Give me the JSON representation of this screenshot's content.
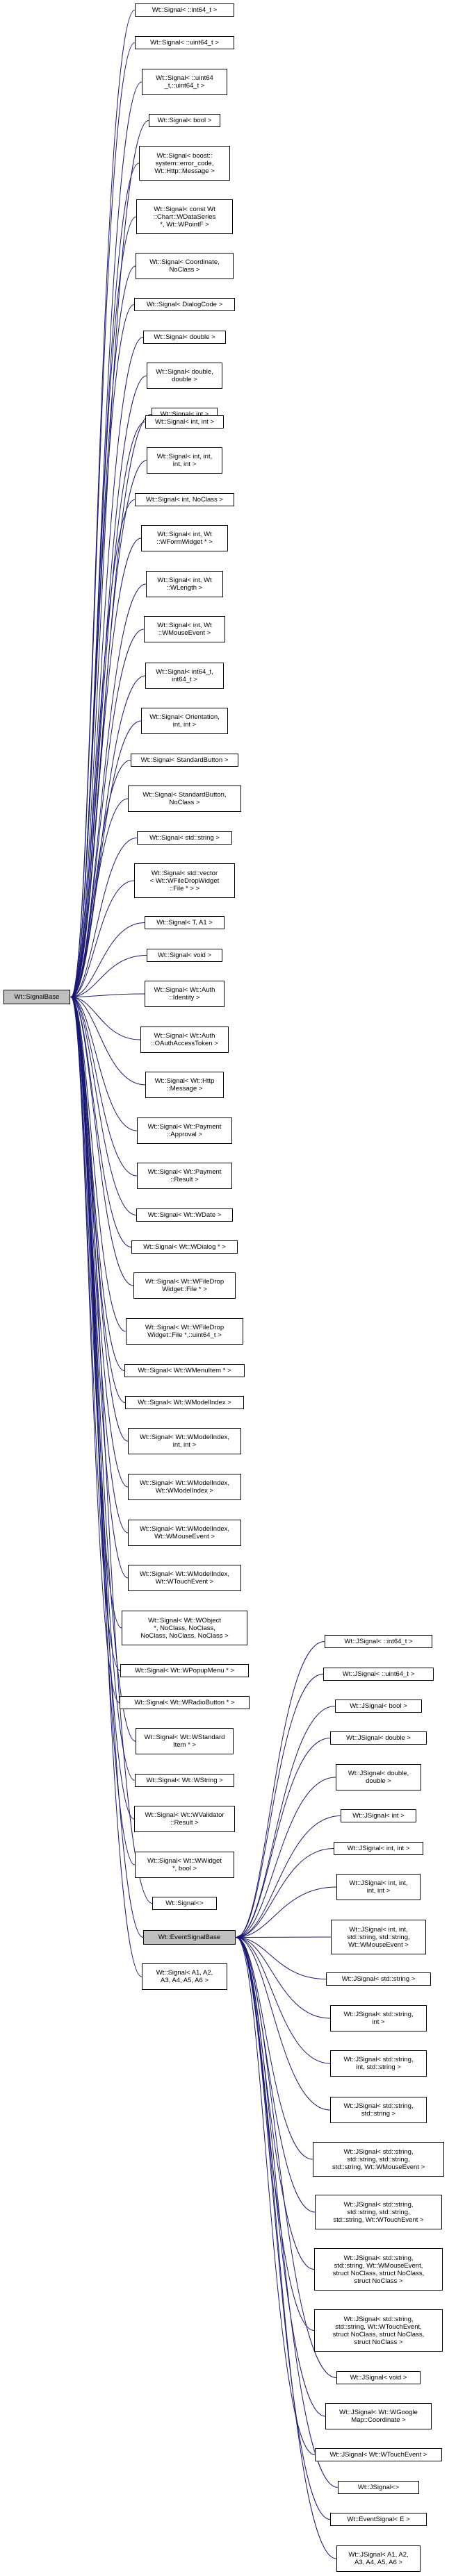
{
  "nodes": [
    {
      "id": "signalbase",
      "label": "Wt::SignalBase",
      "base": true
    },
    {
      "id": "s_int64",
      "label": "Wt::Signal< ::int64_t >"
    },
    {
      "id": "s_uint64",
      "label": "Wt::Signal< ::uint64_t >"
    },
    {
      "id": "s_uint64_2",
      "label": "Wt::Signal< ::uint64\n_t,::uint64_t >"
    },
    {
      "id": "s_bool",
      "label": "Wt::Signal< bool >"
    },
    {
      "id": "s_boost",
      "label": "Wt::Signal< boost::\nsystem::error_code,\nWt::Http::Message >"
    },
    {
      "id": "s_const",
      "label": "Wt::Signal< const Wt\n::Chart::WDataSeries\n*, Wt::WPointF >"
    },
    {
      "id": "s_coord",
      "label": "Wt::Signal< Coordinate,\nNoClass >"
    },
    {
      "id": "s_dialogcode",
      "label": "Wt::Signal< DialogCode >"
    },
    {
      "id": "s_double",
      "label": "Wt::Signal< double >"
    },
    {
      "id": "s_double2",
      "label": "Wt::Signal< double,\ndouble >"
    },
    {
      "id": "s_int",
      "label": "Wt::Signal< int >"
    },
    {
      "id": "s_int2",
      "label": "Wt::Signal< int, int >"
    },
    {
      "id": "s_int3",
      "label": "Wt::Signal< int, int,\nint, int >"
    },
    {
      "id": "s_intnoclass",
      "label": "Wt::Signal< int, NoClass >"
    },
    {
      "id": "s_intform",
      "label": "Wt::Signal< int, Wt\n::WFormWidget * >"
    },
    {
      "id": "s_intlength",
      "label": "Wt::Signal< int, Wt\n::WLength >"
    },
    {
      "id": "s_intmouse",
      "label": "Wt::Signal< int, Wt\n::WMouseEvent >"
    },
    {
      "id": "s_int64_2",
      "label": "Wt::Signal< int64_t,\nint64_t >"
    },
    {
      "id": "s_orient",
      "label": "Wt::Signal< Orientation,\nint, int >"
    },
    {
      "id": "s_stdbtn",
      "label": "Wt::Signal< StandardButton >"
    },
    {
      "id": "s_stdbtn2",
      "label": "Wt::Signal< StandardButton,\nNoClass >"
    },
    {
      "id": "s_stdstring",
      "label": "Wt::Signal< std::string >"
    },
    {
      "id": "s_vector",
      "label": "Wt::Signal< std::vector\n< Wt::WFileDropWidget\n::File * > >"
    },
    {
      "id": "s_ta1",
      "label": "Wt::Signal< T, A1 >"
    },
    {
      "id": "s_void",
      "label": "Wt::Signal< void >"
    },
    {
      "id": "s_authid",
      "label": "Wt::Signal< Wt::Auth\n::Identity >"
    },
    {
      "id": "s_oauth",
      "label": "Wt::Signal< Wt::Auth\n::OAuthAccessToken >"
    },
    {
      "id": "s_http",
      "label": "Wt::Signal< Wt::Http\n::Message >"
    },
    {
      "id": "s_payapp",
      "label": "Wt::Signal< Wt::Payment\n::Approval >"
    },
    {
      "id": "s_payres",
      "label": "Wt::Signal< Wt::Payment\n::Result >"
    },
    {
      "id": "s_wdate",
      "label": "Wt::Signal< Wt::WDate >"
    },
    {
      "id": "s_wdialog",
      "label": "Wt::Signal< Wt::WDialog * >"
    },
    {
      "id": "s_filedrop",
      "label": "Wt::Signal< Wt::WFileDrop\nWidget::File * >"
    },
    {
      "id": "s_filedrop2",
      "label": "Wt::Signal< Wt::WFileDrop\nWidget::File *,::uint64_t >"
    },
    {
      "id": "s_menuitem",
      "label": "Wt::Signal< Wt::WMenuItem * >"
    },
    {
      "id": "s_modelindex",
      "label": "Wt::Signal< Wt::WModelIndex >"
    },
    {
      "id": "s_mi_int",
      "label": "Wt::Signal< Wt::WModelIndex,\nint, int >"
    },
    {
      "id": "s_mi_mi",
      "label": "Wt::Signal< Wt::WModelIndex,\nWt::WModelIndex >"
    },
    {
      "id": "s_mi_mouse",
      "label": "Wt::Signal< Wt::WModelIndex,\nWt::WMouseEvent >"
    },
    {
      "id": "s_mi_touch",
      "label": "Wt::Signal< Wt::WModelIndex,\nWt::WTouchEvent >"
    },
    {
      "id": "s_wobject",
      "label": "Wt::Signal< Wt::WObject\n*, NoClass, NoClass,\nNoClass, NoClass, NoClass >"
    },
    {
      "id": "s_popup",
      "label": "Wt::Signal< Wt::WPopupMenu * >"
    },
    {
      "id": "s_radio",
      "label": "Wt::Signal< Wt::WRadioButton * >"
    },
    {
      "id": "s_stditem",
      "label": "Wt::Signal< Wt::WStandard\nItem * >"
    },
    {
      "id": "s_wstring",
      "label": "Wt::Signal< Wt::WString >"
    },
    {
      "id": "s_validator",
      "label": "Wt::Signal< Wt::WValidator\n::Result >"
    },
    {
      "id": "s_widget",
      "label": "Wt::Signal< Wt::WWidget\n*, bool >"
    },
    {
      "id": "s_empty",
      "label": "Wt::Signal<>"
    },
    {
      "id": "eventsignalbase",
      "label": "Wt::EventSignalBase",
      "base": true
    },
    {
      "id": "s_a1a6",
      "label": "Wt::Signal< A1, A2,\nA3, A4, A5, A6 >"
    },
    {
      "id": "js_int64",
      "label": "Wt::JSignal< ::int64_t >"
    },
    {
      "id": "js_uint64",
      "label": "Wt::JSignal< ::uint64_t >"
    },
    {
      "id": "js_bool",
      "label": "Wt::JSignal< bool >"
    },
    {
      "id": "js_double",
      "label": "Wt::JSignal< double >"
    },
    {
      "id": "js_double2",
      "label": "Wt::JSignal< double,\ndouble >"
    },
    {
      "id": "js_int",
      "label": "Wt::JSignal< int >"
    },
    {
      "id": "js_int2",
      "label": "Wt::JSignal< int, int >"
    },
    {
      "id": "js_int3",
      "label": "Wt::JSignal< int, int,\nint, int >"
    },
    {
      "id": "js_intstrmouse",
      "label": "Wt::JSignal< int, int,\nstd::string, std::string,\nWt::WMouseEvent >"
    },
    {
      "id": "js_stdstring",
      "label": "Wt::JSignal< std::string >"
    },
    {
      "id": "js_strint",
      "label": "Wt::JSignal< std::string,\nint >"
    },
    {
      "id": "js_strintstr",
      "label": "Wt::JSignal< std::string,\nint, std::string >"
    },
    {
      "id": "js_str2",
      "label": "Wt::JSignal< std::string,\nstd::string >"
    },
    {
      "id": "js_str4mouse",
      "label": "Wt::JSignal< std::string,\nstd::string, std::string,\nstd::string, Wt::WMouseEvent >"
    },
    {
      "id": "js_str4touch",
      "label": "Wt::JSignal< std::string,\nstd::string, std::string,\nstd::string, Wt::WTouchEvent >"
    },
    {
      "id": "js_str2mouse",
      "label": "Wt::JSignal< std::string,\nstd::string, Wt::WMouseEvent,\nstruct NoClass, struct NoClass,\nstruct NoClass >"
    },
    {
      "id": "js_str2touch",
      "label": "Wt::JSignal< std::string,\nstd::string, Wt::WTouchEvent,\nstruct NoClass, struct NoClass,\nstruct NoClass >"
    },
    {
      "id": "js_void",
      "label": "Wt::JSignal< void >"
    },
    {
      "id": "js_gmap",
      "label": "Wt::JSignal< Wt::WGoogle\nMap::Coordinate >"
    },
    {
      "id": "js_touch",
      "label": "Wt::JSignal< Wt::WTouchEvent >"
    },
    {
      "id": "js_empty",
      "label": "Wt::JSignal<>"
    },
    {
      "id": "es_e",
      "label": "Wt::EventSignal< E >"
    },
    {
      "id": "js_a1a6",
      "label": "Wt::JSignal< A1, A2,\nA3, A4, A5, A6 >"
    }
  ],
  "edges": [
    [
      "s_int64",
      "signalbase"
    ],
    [
      "s_uint64",
      "signalbase"
    ],
    [
      "s_uint64_2",
      "signalbase"
    ],
    [
      "s_bool",
      "signalbase"
    ],
    [
      "s_boost",
      "signalbase"
    ],
    [
      "s_const",
      "signalbase"
    ],
    [
      "s_coord",
      "signalbase"
    ],
    [
      "s_dialogcode",
      "signalbase"
    ],
    [
      "s_double",
      "signalbase"
    ],
    [
      "s_double2",
      "signalbase"
    ],
    [
      "s_int",
      "signalbase"
    ],
    [
      "s_int2",
      "signalbase"
    ],
    [
      "s_int3",
      "signalbase"
    ],
    [
      "s_intnoclass",
      "signalbase"
    ],
    [
      "s_intform",
      "signalbase"
    ],
    [
      "s_intlength",
      "signalbase"
    ],
    [
      "s_intmouse",
      "signalbase"
    ],
    [
      "s_int64_2",
      "signalbase"
    ],
    [
      "s_orient",
      "signalbase"
    ],
    [
      "s_stdbtn",
      "signalbase"
    ],
    [
      "s_stdbtn2",
      "signalbase"
    ],
    [
      "s_stdstring",
      "signalbase"
    ],
    [
      "s_vector",
      "signalbase"
    ],
    [
      "s_ta1",
      "signalbase"
    ],
    [
      "s_void",
      "signalbase"
    ],
    [
      "s_authid",
      "signalbase"
    ],
    [
      "s_oauth",
      "signalbase"
    ],
    [
      "s_http",
      "signalbase"
    ],
    [
      "s_payapp",
      "signalbase"
    ],
    [
      "s_payres",
      "signalbase"
    ],
    [
      "s_wdate",
      "signalbase"
    ],
    [
      "s_wdialog",
      "signalbase"
    ],
    [
      "s_filedrop",
      "signalbase"
    ],
    [
      "s_filedrop2",
      "signalbase"
    ],
    [
      "s_menuitem",
      "signalbase"
    ],
    [
      "s_modelindex",
      "signalbase"
    ],
    [
      "s_mi_int",
      "signalbase"
    ],
    [
      "s_mi_mi",
      "signalbase"
    ],
    [
      "s_mi_mouse",
      "signalbase"
    ],
    [
      "s_mi_touch",
      "signalbase"
    ],
    [
      "s_wobject",
      "signalbase"
    ],
    [
      "s_popup",
      "signalbase"
    ],
    [
      "s_radio",
      "signalbase"
    ],
    [
      "s_stditem",
      "signalbase"
    ],
    [
      "s_wstring",
      "signalbase"
    ],
    [
      "s_validator",
      "signalbase"
    ],
    [
      "s_widget",
      "signalbase"
    ],
    [
      "s_empty",
      "signalbase"
    ],
    [
      "eventsignalbase",
      "signalbase"
    ],
    [
      "s_a1a6",
      "signalbase"
    ],
    [
      "js_int64",
      "eventsignalbase"
    ],
    [
      "js_uint64",
      "eventsignalbase"
    ],
    [
      "js_bool",
      "eventsignalbase"
    ],
    [
      "js_double",
      "eventsignalbase"
    ],
    [
      "js_double2",
      "eventsignalbase"
    ],
    [
      "js_int",
      "eventsignalbase"
    ],
    [
      "js_int2",
      "eventsignalbase"
    ],
    [
      "js_int3",
      "eventsignalbase"
    ],
    [
      "js_intstrmouse",
      "eventsignalbase"
    ],
    [
      "js_stdstring",
      "eventsignalbase"
    ],
    [
      "js_strint",
      "eventsignalbase"
    ],
    [
      "js_strintstr",
      "eventsignalbase"
    ],
    [
      "js_str2",
      "eventsignalbase"
    ],
    [
      "js_str4mouse",
      "eventsignalbase"
    ],
    [
      "js_str4touch",
      "eventsignalbase"
    ],
    [
      "js_str2mouse",
      "eventsignalbase"
    ],
    [
      "js_str2touch",
      "eventsignalbase"
    ],
    [
      "js_void",
      "eventsignalbase"
    ],
    [
      "js_gmap",
      "eventsignalbase"
    ],
    [
      "js_touch",
      "eventsignalbase"
    ],
    [
      "js_empty",
      "eventsignalbase"
    ],
    [
      "es_e",
      "eventsignalbase"
    ],
    [
      "js_a1a6",
      "eventsignalbase"
    ]
  ],
  "colors": {
    "edge": "#191970",
    "box_border": "#000000",
    "base_fill": "#bfbfbf"
  }
}
